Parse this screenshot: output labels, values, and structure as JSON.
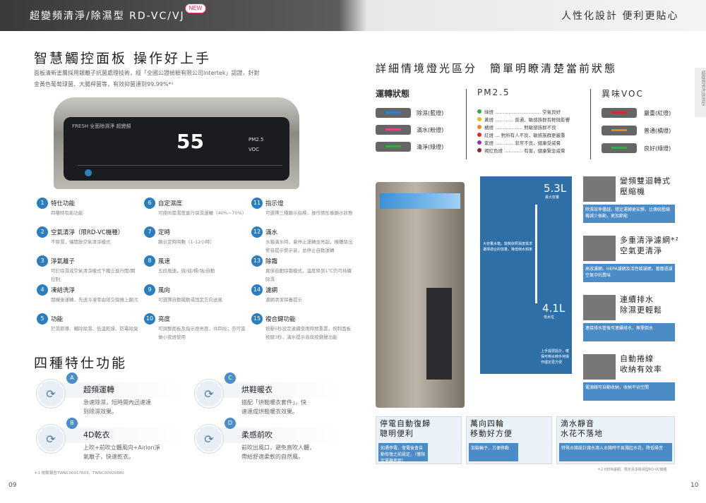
{
  "header": {
    "left_title": "超變頻清淨/除濕型 RD-VC/VJ",
    "new_badge": "NEW",
    "right_title": "人性化設計 便利更貼心"
  },
  "left": {
    "title": "智慧觸控面板 操作好上手",
    "intro1": "面板清新塗層採用銀離子抗菌處理技術，經「全國公證檢驗有限公司Intertek」認證，針對",
    "intro2": "金黃色葡萄球菌、大腸桿菌等，有效抑菌達到99.99%*¹",
    "panel": {
      "brand": "FRESH 全面除濕淨 超變頻",
      "digits": "55",
      "side_label": "PM2.5",
      "voc": "VOC"
    },
    "features": [
      {
        "n": "1",
        "t": "特仕功能",
        "d": "四種特有新功能"
      },
      {
        "n": "2",
        "t": "空氣清淨（限RD-VC機種）",
        "d": "不除濕，僅開放空氣清淨模式"
      },
      {
        "n": "3",
        "t": "淨氣離子",
        "d": "可於除濕或空氣清淨模式下獨立進行開/關控制"
      },
      {
        "n": "4",
        "t": "凍結洗淨",
        "d": "開機後運轉，先送冷凍零由結交換機上翻污"
      },
      {
        "n": "5",
        "t": "功能",
        "d": "於濕節導、輔除除濕、低溫乾燥、防霉除臭"
      },
      {
        "n": "6",
        "t": "自定濕度",
        "d": "可按所需濕度進行保濕運轉（40%~70%）"
      },
      {
        "n": "7",
        "t": "定時",
        "d": "顯示定時時數（1-12小時）"
      },
      {
        "n": "8",
        "t": "風速",
        "d": "五段風速，微/弱/標/強/自動"
      },
      {
        "n": "9",
        "t": "風向",
        "d": "可選擇自動擺動或固定方向送風"
      },
      {
        "n": "10",
        "t": "亮度",
        "d": "可調整面板及指示燈亮度，共四段；亦可當做小夜燈使用"
      },
      {
        "n": "11",
        "t": "指示燈",
        "d": "可選擇三種顯示指標，操作情形像顯示狀態"
      },
      {
        "n": "12",
        "t": "滿水",
        "d": "水箱滿水時，會停止運轉並亮起，機體發出警音提示警示音，並停止自動運轉"
      },
      {
        "n": "13",
        "t": "除霜",
        "d": "異偵自動除霜模式，溫度降到1℃仍可持續除濕"
      },
      {
        "n": "14",
        "t": "濾網",
        "d": "濾網清潔保養提示"
      },
      {
        "n": "15",
        "t": "複合鍵功能",
        "d": "按壓5秒設定連續使用時間重置，按制面板按鍵3秒，滿水提示音與按鍵聲功能"
      }
    ],
    "special_title": "四種特仕功能",
    "special": [
      {
        "letter": "A",
        "t": "超頻運轉",
        "d1": "急速除濕，短時間內迅速達",
        "d2": "到除濕效果。"
      },
      {
        "letter": "B",
        "t": "4D乾衣",
        "d1": "上吹+前吹立體風向+Airion淨",
        "d2": "氣離子，快速乾衣。"
      },
      {
        "letter": "C",
        "t": "烘鞋暖衣",
        "d1": "搭配「烘鞋暖衣套件」，快",
        "d2": "速達成烘鞋暖衣效果。"
      },
      {
        "letter": "D",
        "t": "柔感前吹",
        "d1": "前吹出風口，避免直吹人體，",
        "d2": "帶給舒適柔軟的自然風。"
      }
    ],
    "footnote": "＊1 檢驗報告TWNC00917603、TWNC00920880",
    "page": "09"
  },
  "right": {
    "title": "詳細情境燈光區分　簡單明瞭清楚當前狀態",
    "side_tab": "超變頻清淨/除濕型",
    "col1_title": "運轉狀態",
    "col2_title": "PM2.5",
    "col3_title": "異味VOC",
    "run": [
      {
        "label": "除濕(藍燈)",
        "color": "#2e7fd0"
      },
      {
        "label": "滿水(粉燈)",
        "color": "#d84c8a"
      },
      {
        "label": "清淨(綠燈)",
        "color": "#3da84a"
      }
    ],
    "pm": [
      {
        "c": "#38a844",
        "t": "綠燈 ………………………… 空氣良好"
      },
      {
        "c": "#e0c020",
        "t": "黃燈 ………… 普通，敏感族群有輕微影響"
      },
      {
        "c": "#e88a20",
        "t": "橘燈 ……………… 對敏感族群不良"
      },
      {
        "c": "#d03030",
        "t": "紅燈 … 對所有人不良，敏感族群更嚴重"
      },
      {
        "c": "#8a3ab0",
        "t": "紫燈 ………… 非常不良，健康受威脅"
      },
      {
        "c": "#8a2a30",
        "t": "褐紅色燈 ………… 有害，健康緊急威脅"
      }
    ],
    "voc": [
      {
        "label": "嚴重(紅燈)",
        "color": "#c8322e"
      },
      {
        "label": "普通(橘燈)",
        "color": "#e08a20"
      },
      {
        "label": "良好(綠燈)",
        "color": "#3da84a"
      }
    ],
    "tank_big": "5.3L",
    "tank_big_sub": "最大容量",
    "tank_small": "4.1L",
    "tank_small_sub": "低水位",
    "tank_note": "大容量水箱，能夠依照濕度需求選擇適合的容量，降低倒水頻率",
    "handle_note": "上手提把設計，確保可倒水時手持操作穩定更方便",
    "feat": [
      {
        "t1": "變頻雙迴轉式",
        "t2": "壓縮機",
        "d": "除濕效率優越，穩定運轉更安靜，比傳統壓縮機減少振動，更加節能"
      },
      {
        "t1": "多重清淨濾網*²",
        "t2": "空氣更清淨",
        "d": "高效濾網、HEPA濾網及活性碳濾網，層層過濾空氣中的異味"
      },
      {
        "t1": "連續排水",
        "t2": "除濕更輕鬆",
        "d": "連接排水管後可連續排水，無需倒水"
      },
      {
        "t1": "自動捲線",
        "t2": "收納有效率",
        "d": "電源線可自動收納，收納不佔空間"
      }
    ],
    "bottom": [
      {
        "t1": "停電自動復歸",
        "t2": "聰明便利",
        "d": "如遇停電，復電後會自動恢復之前設定，（僅限定單機使用）"
      },
      {
        "t1": "萬向四輪",
        "t2": "移動好方便",
        "d": "加裝輪子，方便移動"
      },
      {
        "t1": "滴水靜音",
        "t2": "水花不落地",
        "d": "特殊水箱設計讓水滴入水箱時不易濺起水花，降低噪音"
      }
    ],
    "footnote": "＊2 HEPA濾網，限定清淨除濕型RD-VC機種",
    "page": "10"
  }
}
